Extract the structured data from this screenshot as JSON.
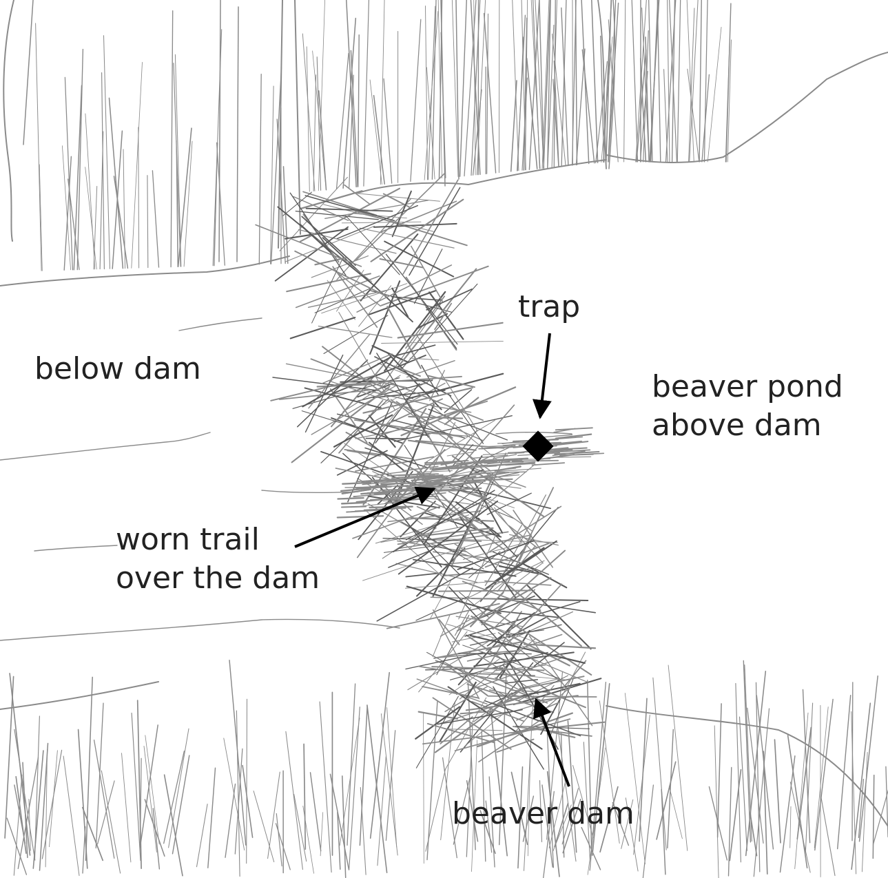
{
  "labels": {
    "trap": "trap",
    "below_dam": "below dam",
    "pond_line1": "beaver pond",
    "pond_line2": "above dam",
    "trail_line1": "worn trail",
    "trail_line2": "over the dam",
    "beaver_dam": "beaver dam"
  },
  "colors": {
    "pencil": "#8a8a8a",
    "pencil_dark": "#5a5a5a",
    "ink": "#000000",
    "text": "#222222"
  },
  "icons": {
    "trap_marker": "black-diamond"
  }
}
